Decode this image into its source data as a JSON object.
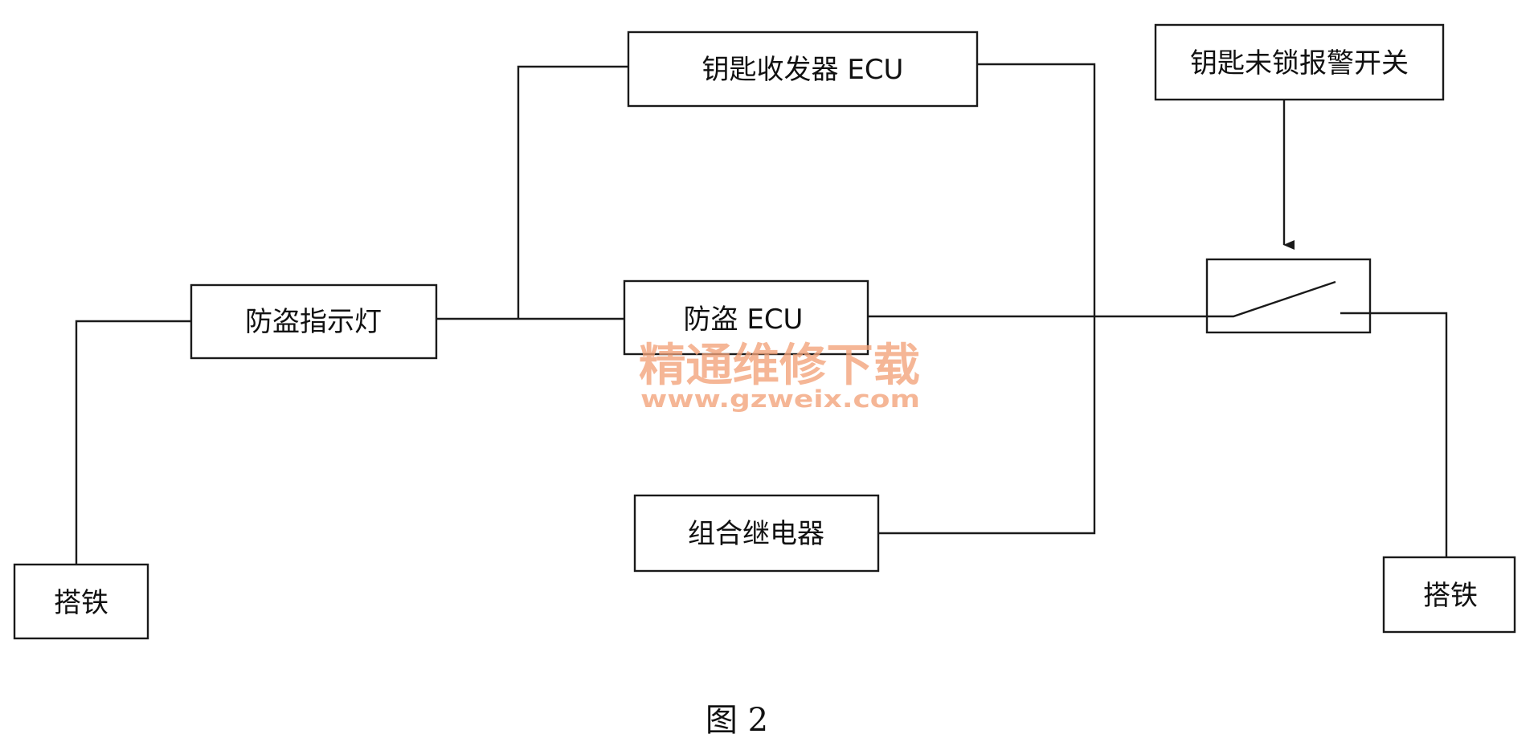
{
  "colors": {
    "line": "#1a1a1a",
    "watermark": "#f2a278"
  },
  "components": {
    "key_transceiver_ecu": "钥匙收发器 ECU",
    "key_unlock_warning_switch": "钥匙未锁报警开关",
    "antitheft_indicator": "防盗指示灯",
    "antitheft_ecu": "防盗 ECU",
    "combination_relay": "组合继电器",
    "ground_left": "搭铁",
    "ground_right": "搭铁"
  },
  "watermark": {
    "text": "精通维修下载",
    "url": "www.gzweix.com"
  },
  "caption": "图 2"
}
